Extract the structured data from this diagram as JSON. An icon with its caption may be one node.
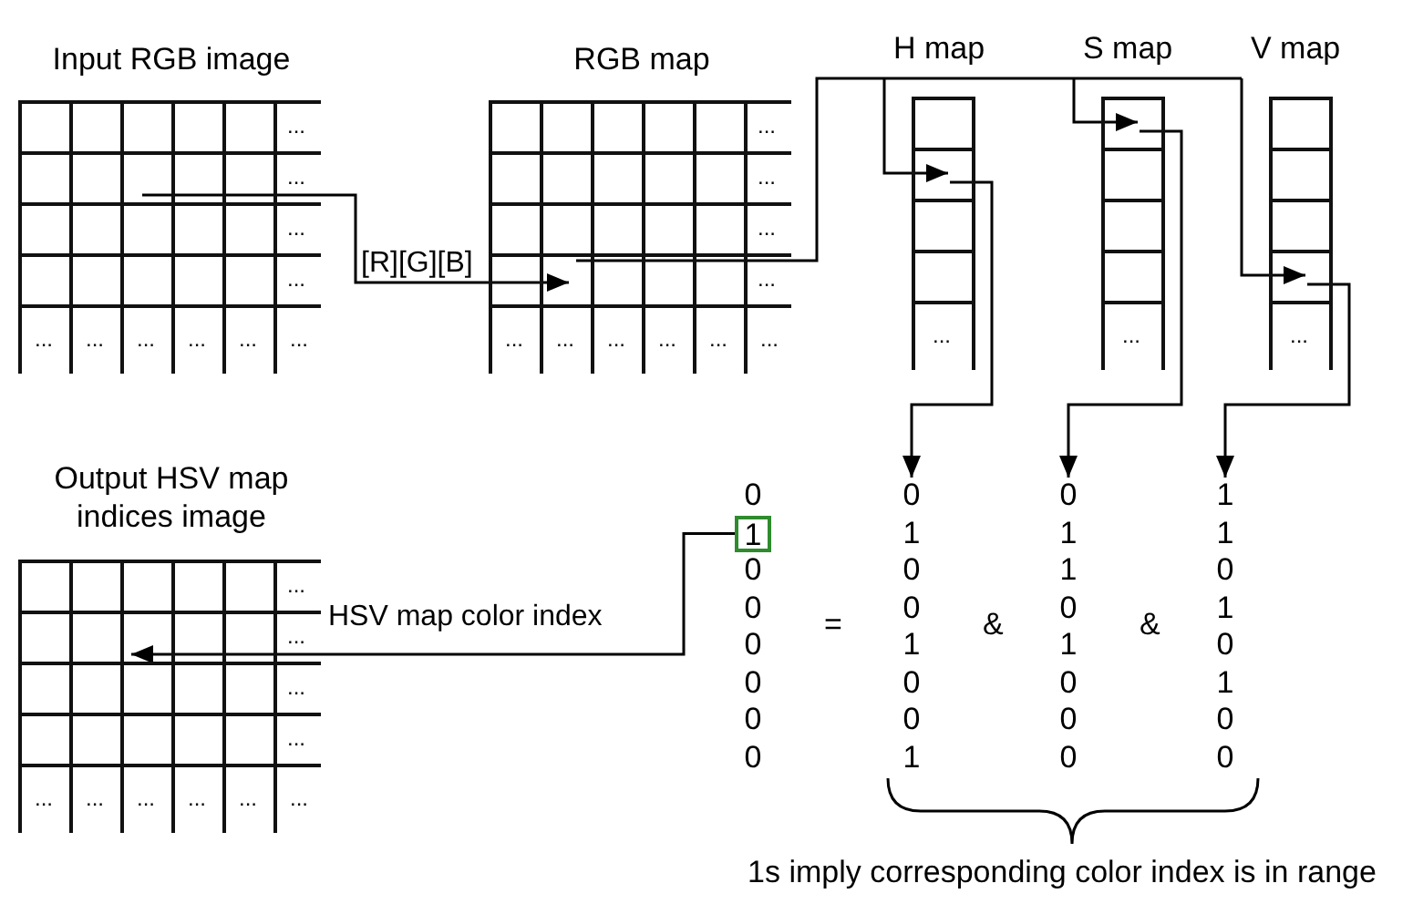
{
  "diagram": {
    "nodes": [
      {
        "text": [
          "Input RGB image",
          "...",
          "...",
          "...",
          "...",
          "...",
          "...",
          "...",
          "...",
          "...",
          "..."
        ]
      },
      {
        "text": [
          "RGB map",
          "...",
          "...",
          "...",
          "...",
          "...",
          "...",
          "...",
          "...",
          "...",
          "..."
        ]
      },
      {
        "text": [
          "H map",
          "..."
        ]
      },
      {
        "text": [
          "S map",
          "..."
        ]
      },
      {
        "text": [
          "V map",
          "..."
        ]
      },
      {
        "text": [
          "0",
          "1",
          "0",
          "0",
          "1",
          "0",
          "0",
          "1"
        ]
      },
      {
        "text": [
          "0",
          "1",
          "1",
          "0",
          "1",
          "0",
          "0",
          "0"
        ]
      },
      {
        "text": [
          "1",
          "1",
          "0",
          "1",
          "0",
          "1",
          "0",
          "0"
        ]
      },
      {
        "text": [
          "0",
          "0",
          "0",
          "0",
          "0",
          "0",
          "0"
        ]
      },
      {
        "text": [
          "1"
        ],
        "in": 8
      },
      {
        "text": [
          "Output HSV map indices image",
          "...",
          "...",
          "...",
          "...",
          "...",
          "...",
          "...",
          "...",
          "...",
          "..."
        ]
      }
    ],
    "edges": [
      {
        "from": 0,
        "to": 1,
        "arrow": "to",
        "label": "[R][G][B]"
      },
      {
        "from": 1,
        "to": 2,
        "arrow": "to"
      },
      {
        "from": 1,
        "to": 3,
        "arrow": "to"
      },
      {
        "from": 1,
        "to": 4,
        "arrow": "to"
      },
      {
        "from": 2,
        "to": 5,
        "arrow": "to"
      },
      {
        "from": 3,
        "to": 6,
        "arrow": "to"
      },
      {
        "from": 4,
        "to": 7,
        "arrow": "to"
      },
      {
        "from": 9,
        "to": 10,
        "arrow": "to",
        "label": "HSV map color index"
      }
    ],
    "labels": [
      "=",
      "&",
      "&",
      "1s imply corresponding color index is in range"
    ]
  }
}
